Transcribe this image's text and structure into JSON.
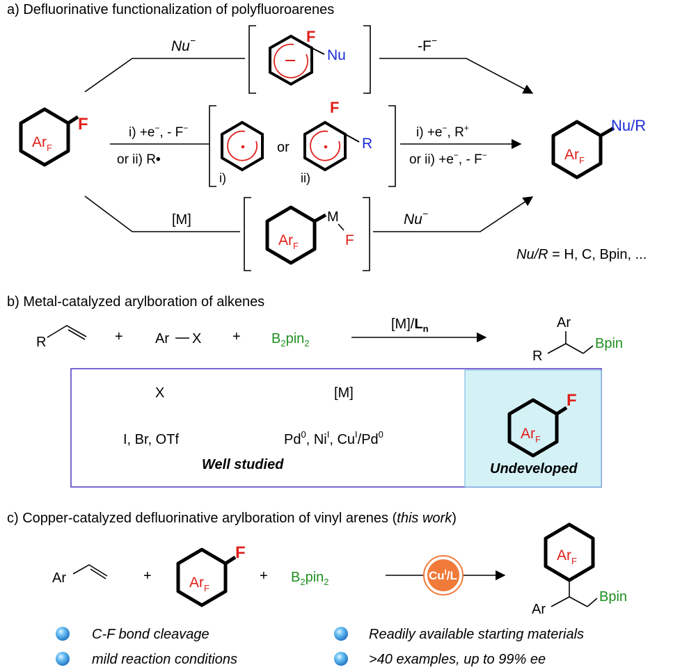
{
  "colors": {
    "red": "#e0201b",
    "blue": "#1a2bd8",
    "green": "#1f8f1f",
    "orange": "#f07a3a",
    "box_border": "#5a3fc8",
    "highlight_fill": "#d4f2f6"
  },
  "section_a": {
    "title": "a) Defluorinative functionalization of polyfluoroarenes",
    "fluorine": "F",
    "ar_main": "Ar",
    "ar_sub": "F",
    "nu": "Nu",
    "minus": "−",
    "neg_f": "-F",
    "nu_label": "Nu",
    "cond1": "i)  +e",
    "cond1_b": ", - F",
    "cond2": "or ii) R",
    "or_label": "or",
    "i_label": "i)",
    "ii_label": "ii)",
    "r_label": "R",
    "cond3": "i) +e",
    "cond3_b": ", R",
    "cond4": "or ii) +e",
    "cond4_b": ", - F",
    "m_label": "M",
    "m_bracket": "[M]",
    "product_label": "Nu/R",
    "scope_prefix": "Nu/R",
    "scope_suffix": " = H, C, Bpin, ..."
  },
  "section_b": {
    "title": "b) Metal-catalyzed arylboration of alkenes",
    "r": "R",
    "plus": "+",
    "arx": "Ar",
    "x": "X",
    "b2pin2_b": "B",
    "b2pin2_2": "2",
    "b2pin2_pin": "pin",
    "catalyst": "[M]/",
    "ligand": "L",
    "ligand_sub": "n",
    "prod_ar": "Ar",
    "prod_r": "R",
    "prod_bpin": "Bpin",
    "col_x": "X",
    "col_m": "[M]",
    "x_values": "I, Br, OTf",
    "m_pd": "Pd",
    "m_pd_sup": "0",
    "m_ni": ", Ni",
    "m_ni_sup": "I",
    "m_cu": ", Cu",
    "m_cu_sup": "I",
    "m_pd2": "/Pd",
    "m_pd2_sup": "0",
    "well_studied": "Well studied",
    "undeveloped": "Undeveloped"
  },
  "section_c": {
    "title_main": "c) Copper-catalyzed defluorinative arylboration of vinyl arenes (",
    "title_italic": "this work",
    "title_end": ")",
    "ar": "Ar",
    "catalyst_cu": "Cu",
    "catalyst_sup": "I",
    "catalyst_l": "/L",
    "prod_bpin": "Bpin",
    "prod_ar": "Ar",
    "bullets": [
      "C-F bond cleavage",
      "Readily available starting materials",
      "mild reaction conditions",
      ">40 examples, up to 99% ee"
    ]
  }
}
